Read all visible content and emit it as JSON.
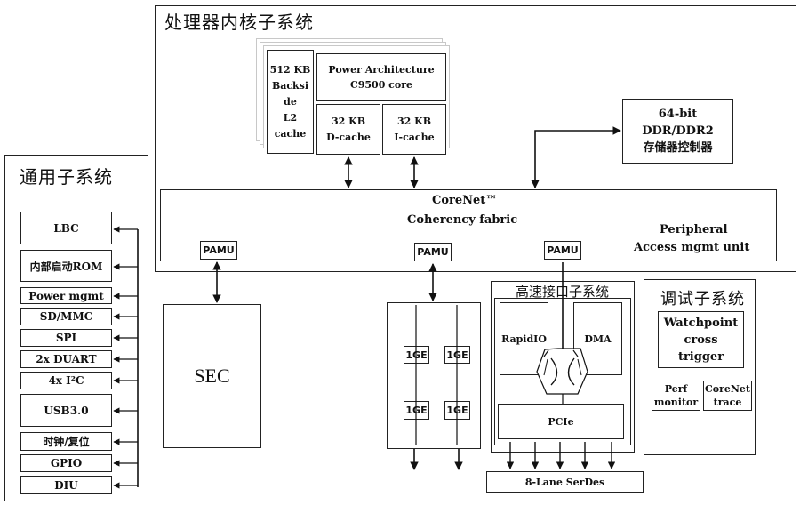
{
  "core_subsystem": {
    "title": "处理器内核子系统",
    "l2_cache": [
      "512 KB",
      "Backsi",
      "de",
      "L2",
      "cache"
    ],
    "core": [
      "Power Architecture",
      "C9500 core"
    ],
    "dcache": [
      "32 KB",
      "D-cache"
    ],
    "icache": [
      "32 KB",
      "I-cache"
    ],
    "ddr": [
      "64-bit",
      "DDR/DDR2",
      "存储器控制器"
    ],
    "corenet": [
      "CoreNet™",
      "Coherency fabric"
    ],
    "peripheral": [
      "Peripheral",
      "Access mgmt unit"
    ],
    "pamu_label": "PAMU"
  },
  "general_subsystem": {
    "title": "通用子系统",
    "items": [
      "LBC",
      "内部启动ROM",
      "Power mgmt",
      "SD/MMC",
      "SPI",
      "2x DUART",
      "4x I²C",
      "USB3.0",
      "时钟/复位",
      "GPIO",
      "DIU"
    ]
  },
  "sec": {
    "label": "SEC"
  },
  "ethernet": {
    "label": "1GE"
  },
  "highspeed": {
    "title": "高速接口子系统",
    "rapidio": "RapidIO",
    "dma": "DMA",
    "pcie": "PCIe",
    "serdes": "8-Lane SerDes"
  },
  "debug": {
    "title": "调试子系统",
    "watchpoint": [
      "Watchpoint",
      "cross",
      "trigger"
    ],
    "perf": [
      "Perf",
      "monitor"
    ],
    "corenet_trace": [
      "CoreNet",
      "trace"
    ]
  }
}
